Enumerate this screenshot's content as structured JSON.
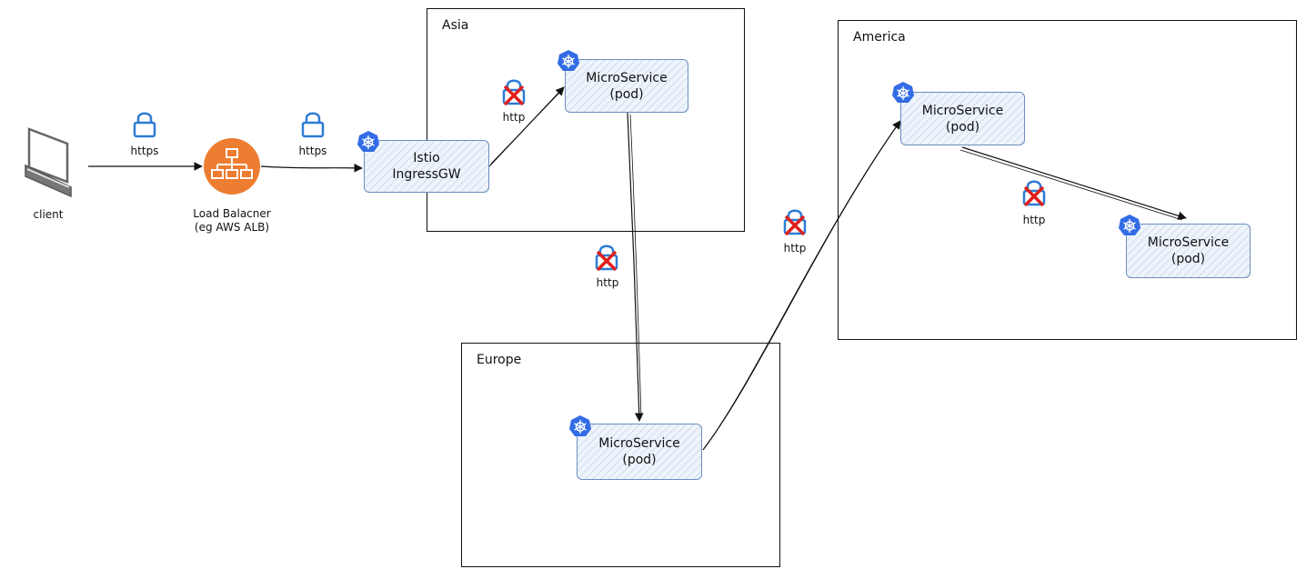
{
  "client": {
    "label": "client",
    "icon": "monitor-icon"
  },
  "load_balancer": {
    "label_line1": "Load Balacner",
    "label_line2": "(eg AWS ALB)",
    "icon": "load-balancer-icon",
    "color": "#ED7D31"
  },
  "links": [
    {
      "label": "https",
      "secure": true
    },
    {
      "label": "https",
      "secure": true
    },
    {
      "label": "http",
      "secure": false
    },
    {
      "label": "http",
      "secure": false
    },
    {
      "label": "http",
      "secure": false
    },
    {
      "label": "http",
      "secure": false
    }
  ],
  "regions": {
    "asia": {
      "label": "Asia"
    },
    "europe": {
      "label": "Europe"
    },
    "america": {
      "label": "America"
    }
  },
  "services": {
    "ingress": {
      "line1": "Istio",
      "line2": "IngressGW"
    },
    "asia_pod": {
      "line1": "MicroService",
      "line2": "(pod)"
    },
    "europe_pod": {
      "line1": "MicroService",
      "line2": "(pod)"
    },
    "america_pod1": {
      "line1": "MicroService",
      "line2": "(pod)"
    },
    "america_pod2": {
      "line1": "MicroService",
      "line2": "(pod)"
    }
  },
  "colors": {
    "k8s": "#326CE5",
    "lock": "#2E7BD6",
    "no_tls": "#E0201B",
    "pod_border": "#6c8ebf"
  }
}
